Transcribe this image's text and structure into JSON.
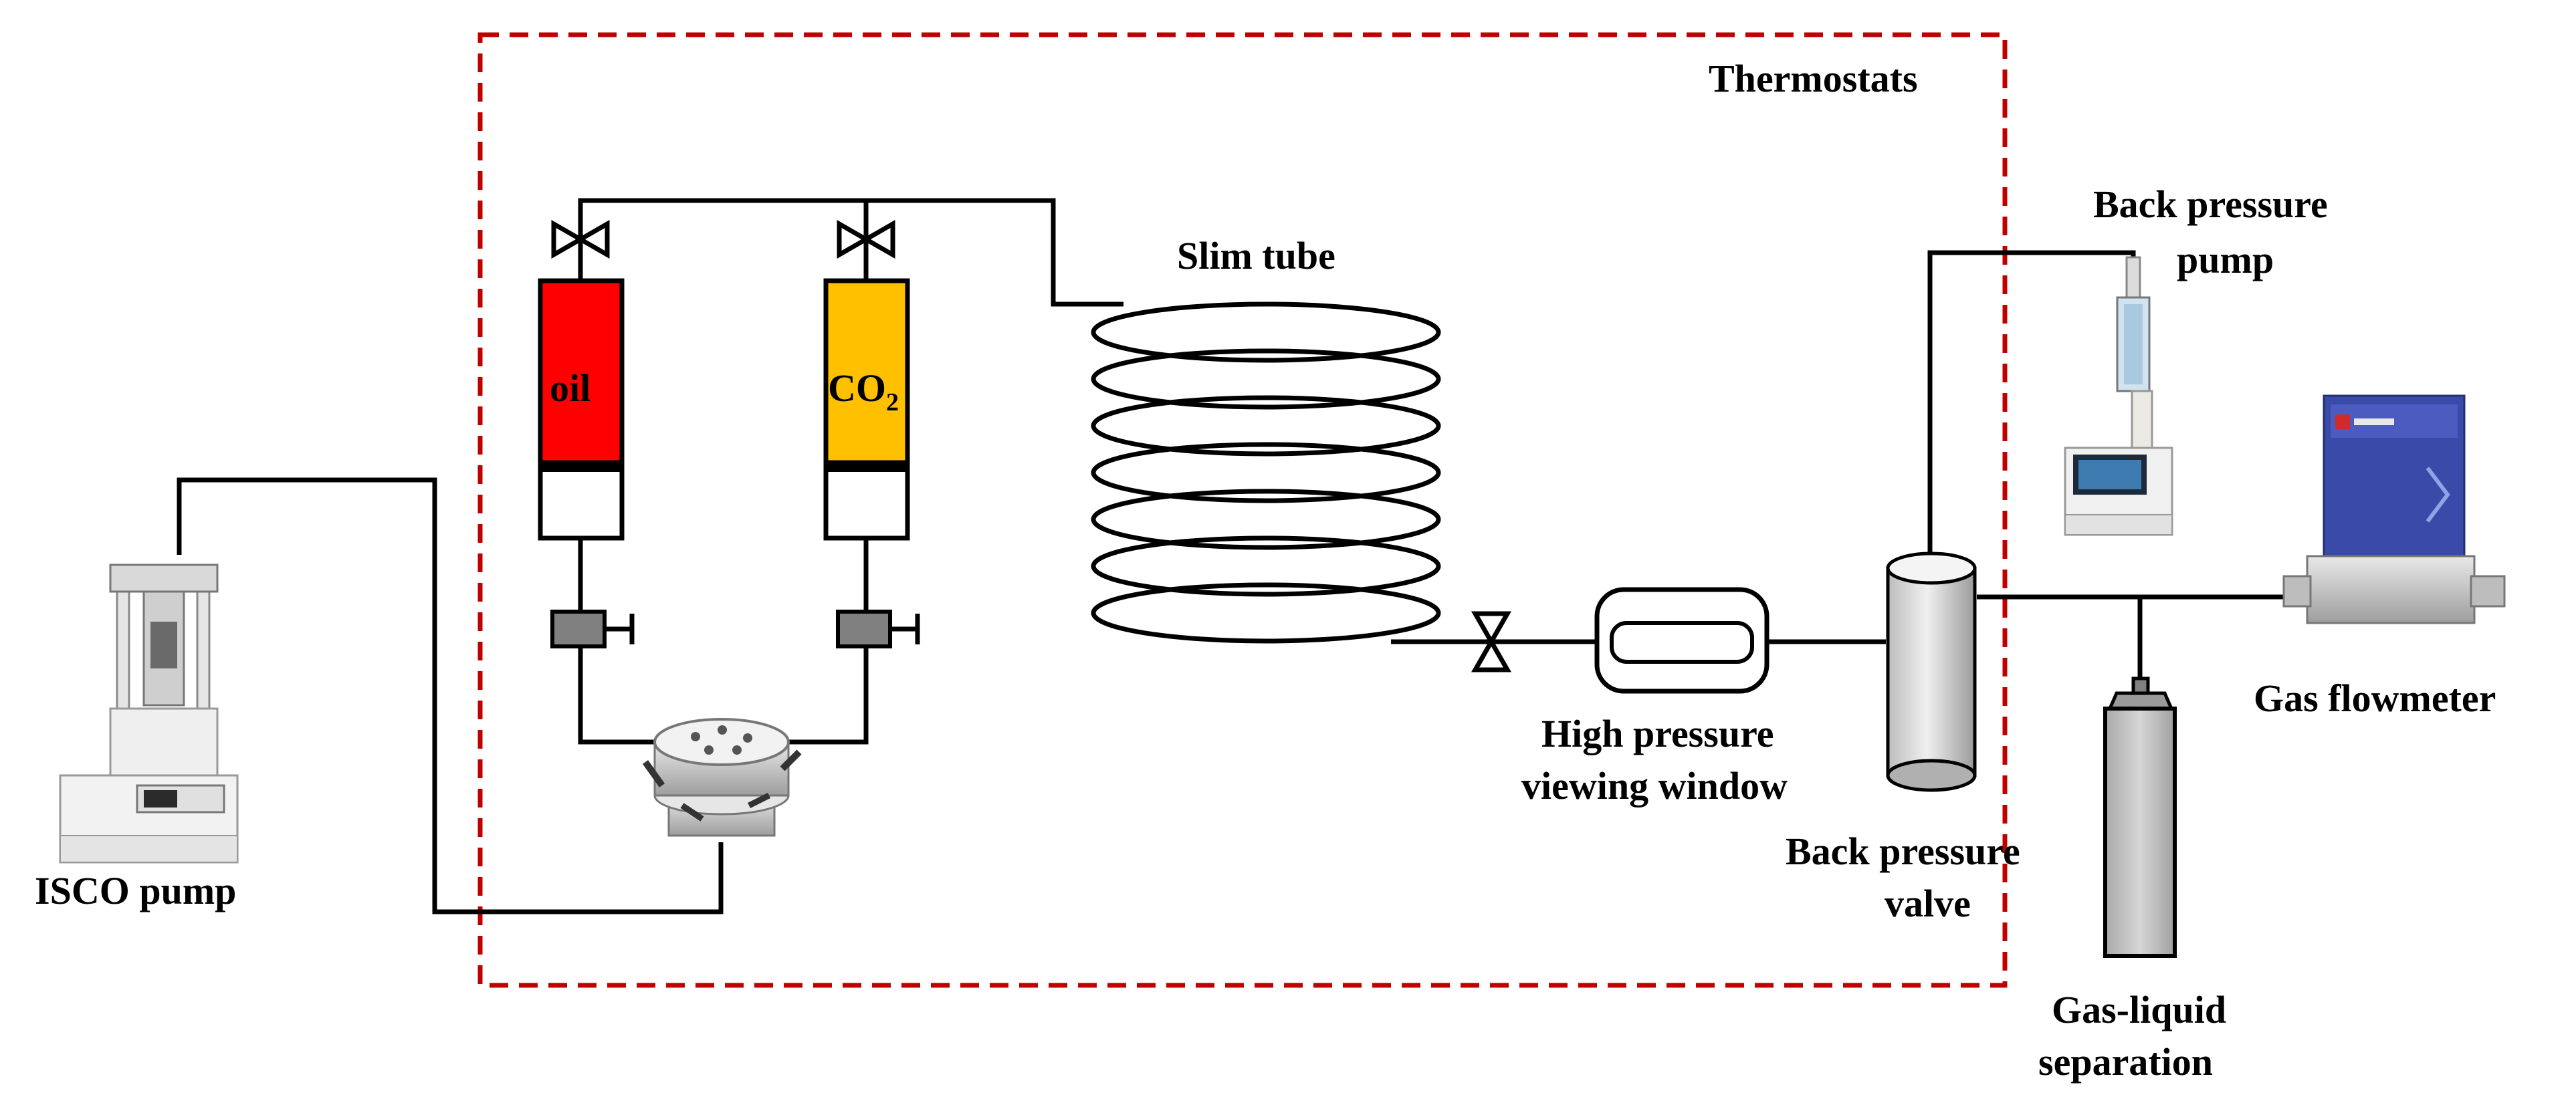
{
  "labels": {
    "thermostats": "Thermostats",
    "slim_tube": "Slim tube",
    "oil": "oil",
    "co2_main": "CO",
    "co2_sub": "2",
    "back_pressure_pump_line1": "Back pressure",
    "back_pressure_pump_line2": "pump",
    "gas_flowmeter": "Gas flowmeter",
    "high_pressure_line1": "High pressure",
    "high_pressure_line2": "viewing window",
    "back_pressure_valve_line1": "Back pressure",
    "back_pressure_valve_line2": "valve",
    "gas_liquid_line1": "Gas-liquid",
    "gas_liquid_line2": "separation",
    "isco_pump": "ISCO pump"
  },
  "colors": {
    "thermostat_border": "#c00000",
    "oil_fill": "#ff0000",
    "co2_fill": "#ffc000",
    "valve_fill": "#808080",
    "separator_fill": "#c8c8c8",
    "bpv_fill": "#d9d9d9",
    "flowmeter_body": "#3a4aa8"
  },
  "icons": {
    "isco_pump": "isco-pump-icon",
    "back_pressure_pump": "back-pressure-pump-icon",
    "gas_flowmeter": "gas-flowmeter-icon",
    "six_way_valve": "six-way-valve-icon"
  }
}
